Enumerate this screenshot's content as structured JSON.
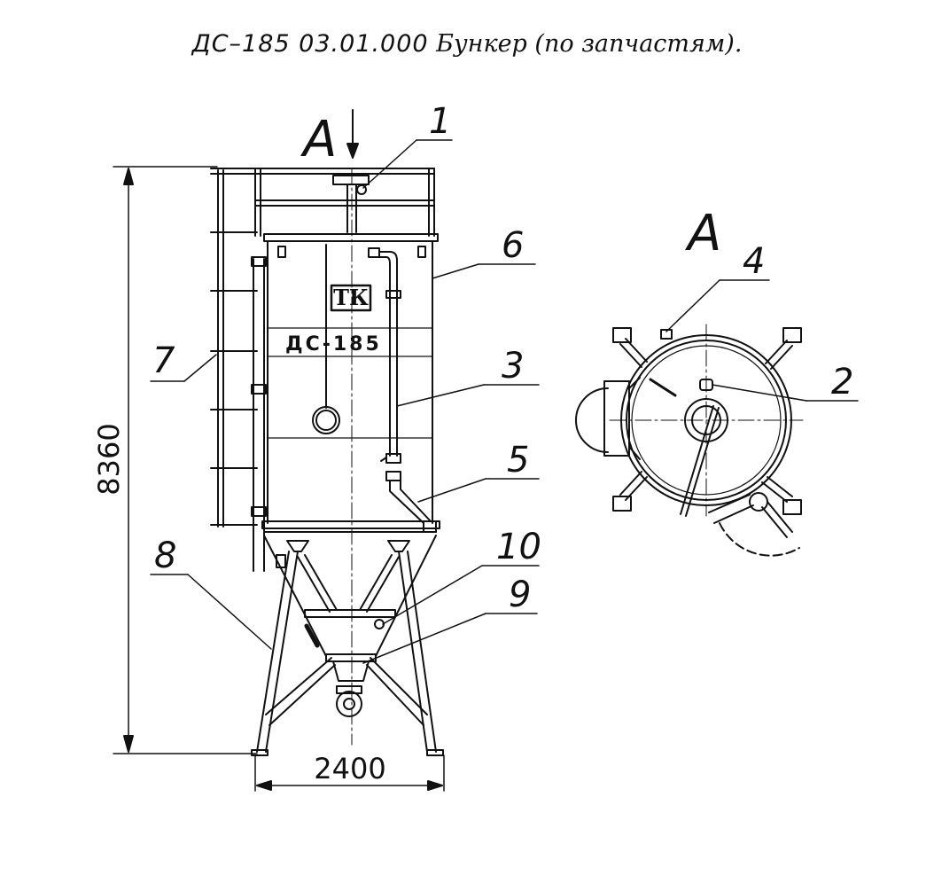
{
  "title": {
    "code": "ДС–185  03.01.000",
    "text": "Бункер (по запчастям)."
  },
  "view_label": "А",
  "callouts": {
    "c1": "1",
    "c2": "2",
    "c3": "3",
    "c4": "4",
    "c5": "5",
    "c6": "6",
    "c7": "7",
    "c8": "8",
    "c9": "9",
    "c10": "10"
  },
  "dimensions": {
    "height": "8360",
    "width": "2400"
  },
  "nameplate": "ДС-185",
  "logo_text": "ТК"
}
